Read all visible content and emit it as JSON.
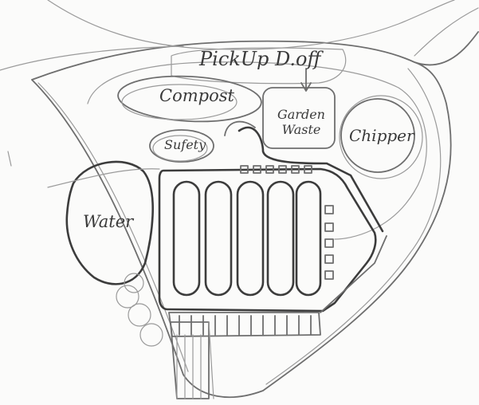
{
  "sketch": {
    "labels": {
      "pickup": "PickUp D.off",
      "compost": "Compost",
      "safety": "Sufety",
      "garden_waste": "Garden Waste",
      "chipper": "Chipper",
      "water": "Water"
    }
  }
}
